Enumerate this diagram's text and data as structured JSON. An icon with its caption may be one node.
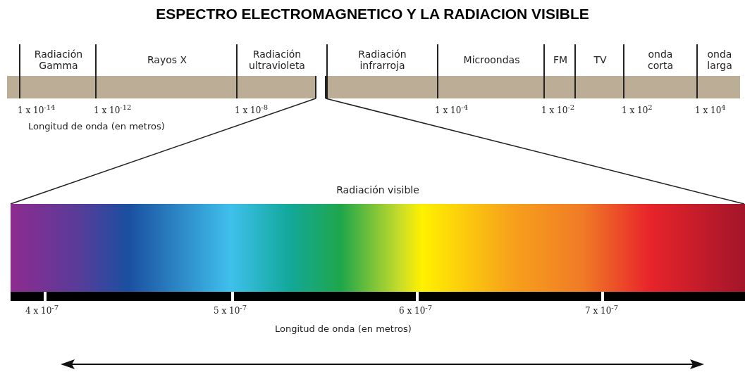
{
  "diagram": {
    "title": "ESPECTRO ELECTROMAGNETICO Y LA RADIACION VISIBLE",
    "nodes": [
      {
        "text": [
          "Radiación Gamma"
        ]
      },
      {
        "text": [
          "Rayos X"
        ]
      },
      {
        "text": [
          "Radiación ultravioleta"
        ]
      },
      {
        "text": [],
        "shape": "bar"
      },
      {
        "text": [
          "Radiación infrarroja"
        ]
      },
      {
        "text": [
          "Microondas"
        ]
      },
      {
        "text": [
          "FM"
        ]
      },
      {
        "text": [
          "TV"
        ]
      },
      {
        "text": [
          "onda corta"
        ]
      },
      {
        "text": [
          "onda larga"
        ]
      },
      {
        "text": [
          "Radiación visible"
        ]
      }
    ],
    "edges": [
      {
        "from": 3,
        "to": 10,
        "arrow": "none"
      },
      {
        "from": 3,
        "to": 10,
        "arrow": "none"
      }
    ],
    "labels": [
      "1 x 10$^{-14}$",
      "1 x 10$^{-12}$",
      "1 x 10$^{-8}$",
      "1 x 10$^{-4}$",
      "1 x 10$^{-2}$",
      "1 x 10$^{2}$",
      "1 x 10$^{4}$",
      "Longitud de onda (en metros)",
      "4 x 10$^{-7}$",
      "5 x 10$^{-7}$",
      "6 x 10$^{-7}$",
      "7 x 10$^{-7}$",
      "Longitud de onda (en metros)"
    ]
  }
}
